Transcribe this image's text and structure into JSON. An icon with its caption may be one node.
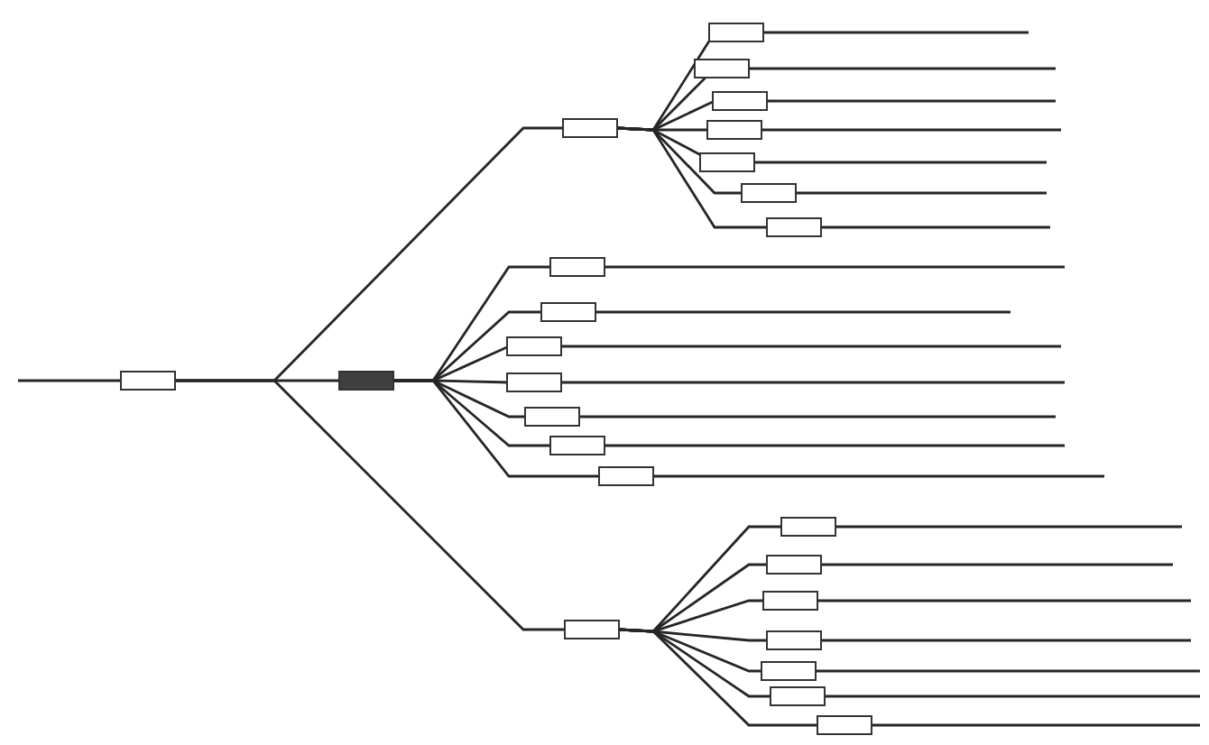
{
  "diagram": {
    "nodes": [
      {
        "text": [],
        "shape": "box"
      },
      {
        "text": [],
        "shape": "box"
      },
      {
        "text": [],
        "shape": "box"
      },
      {
        "text": [],
        "shape": "box"
      },
      {
        "text": [],
        "shape": "box"
      },
      {
        "text": [],
        "shape": "box"
      },
      {
        "text": [],
        "shape": "box"
      },
      {
        "text": [],
        "shape": "box"
      },
      {
        "text": [],
        "shape": "box"
      },
      {
        "text": [],
        "shape": "box"
      },
      {
        "text": [],
        "shape": "box"
      },
      {
        "text": [],
        "shape": "box"
      },
      {
        "text": [],
        "shape": "box"
      },
      {
        "text": [],
        "shape": "box"
      },
      {
        "text": [],
        "shape": "box"
      },
      {
        "text": [],
        "shape": "box"
      },
      {
        "text": [],
        "shape": "box"
      },
      {
        "text": [],
        "shape": "box"
      },
      {
        "text": [],
        "shape": "box"
      },
      {
        "text": [],
        "shape": "box"
      },
      {
        "text": [],
        "shape": "box"
      },
      {
        "text": [],
        "shape": "box"
      },
      {
        "text": [],
        "shape": "box"
      },
      {
        "text": [],
        "shape": "box"
      },
      {
        "text": [],
        "shape": "box"
      }
    ],
    "edges": [
      {
        "from": null,
        "to": 0,
        "arrow": "none"
      },
      {
        "from": 0,
        "to": 1,
        "arrow": "none"
      },
      {
        "from": 0,
        "to": 2,
        "arrow": "none"
      },
      {
        "from": 0,
        "to": 3,
        "arrow": "none"
      },
      {
        "from": 1,
        "to": 4,
        "arrow": "none"
      },
      {
        "from": 1,
        "to": 5,
        "arrow": "none"
      },
      {
        "from": 1,
        "to": 6,
        "arrow": "none"
      },
      {
        "from": 1,
        "to": 7,
        "arrow": "none"
      },
      {
        "from": 1,
        "to": 8,
        "arrow": "none"
      },
      {
        "from": 1,
        "to": 9,
        "arrow": "none"
      },
      {
        "from": 1,
        "to": 10,
        "arrow": "none"
      },
      {
        "from": 2,
        "to": 11,
        "arrow": "none"
      },
      {
        "from": 2,
        "to": 12,
        "arrow": "none"
      },
      {
        "from": 2,
        "to": 13,
        "arrow": "none"
      },
      {
        "from": 2,
        "to": 14,
        "arrow": "none"
      },
      {
        "from": 2,
        "to": 15,
        "arrow": "none"
      },
      {
        "from": 2,
        "to": 16,
        "arrow": "none"
      },
      {
        "from": 2,
        "to": 17,
        "arrow": "none"
      },
      {
        "from": 3,
        "to": 18,
        "arrow": "none"
      },
      {
        "from": 3,
        "to": 19,
        "arrow": "none"
      },
      {
        "from": 3,
        "to": 20,
        "arrow": "none"
      },
      {
        "from": 3,
        "to": 21,
        "arrow": "none"
      },
      {
        "from": 3,
        "to": 22,
        "arrow": "none"
      },
      {
        "from": 3,
        "to": 23,
        "arrow": "none"
      },
      {
        "from": 3,
        "to": 24,
        "arrow": "none"
      },
      {
        "from": 4,
        "to": null,
        "arrow": "none"
      },
      {
        "from": 5,
        "to": null,
        "arrow": "none"
      },
      {
        "from": 6,
        "to": null,
        "arrow": "none"
      },
      {
        "from": 7,
        "to": null,
        "arrow": "none"
      },
      {
        "from": 8,
        "to": null,
        "arrow": "none"
      },
      {
        "from": 9,
        "to": null,
        "arrow": "none"
      },
      {
        "from": 10,
        "to": null,
        "arrow": "none"
      },
      {
        "from": 11,
        "to": null,
        "arrow": "none"
      },
      {
        "from": 12,
        "to": null,
        "arrow": "none"
      },
      {
        "from": 13,
        "to": null,
        "arrow": "none"
      },
      {
        "from": 14,
        "to": null,
        "arrow": "none"
      },
      {
        "from": 15,
        "to": null,
        "arrow": "none"
      },
      {
        "from": 16,
        "to": null,
        "arrow": "none"
      },
      {
        "from": 17,
        "to": null,
        "arrow": "none"
      },
      {
        "from": 18,
        "to": null,
        "arrow": "none"
      },
      {
        "from": 19,
        "to": null,
        "arrow": "none"
      },
      {
        "from": 20,
        "to": null,
        "arrow": "none"
      },
      {
        "from": 21,
        "to": null,
        "arrow": "none"
      },
      {
        "from": 22,
        "to": null,
        "arrow": "none"
      },
      {
        "from": 23,
        "to": null,
        "arrow": "none"
      },
      {
        "from": 24,
        "to": null,
        "arrow": "none"
      }
    ]
  }
}
